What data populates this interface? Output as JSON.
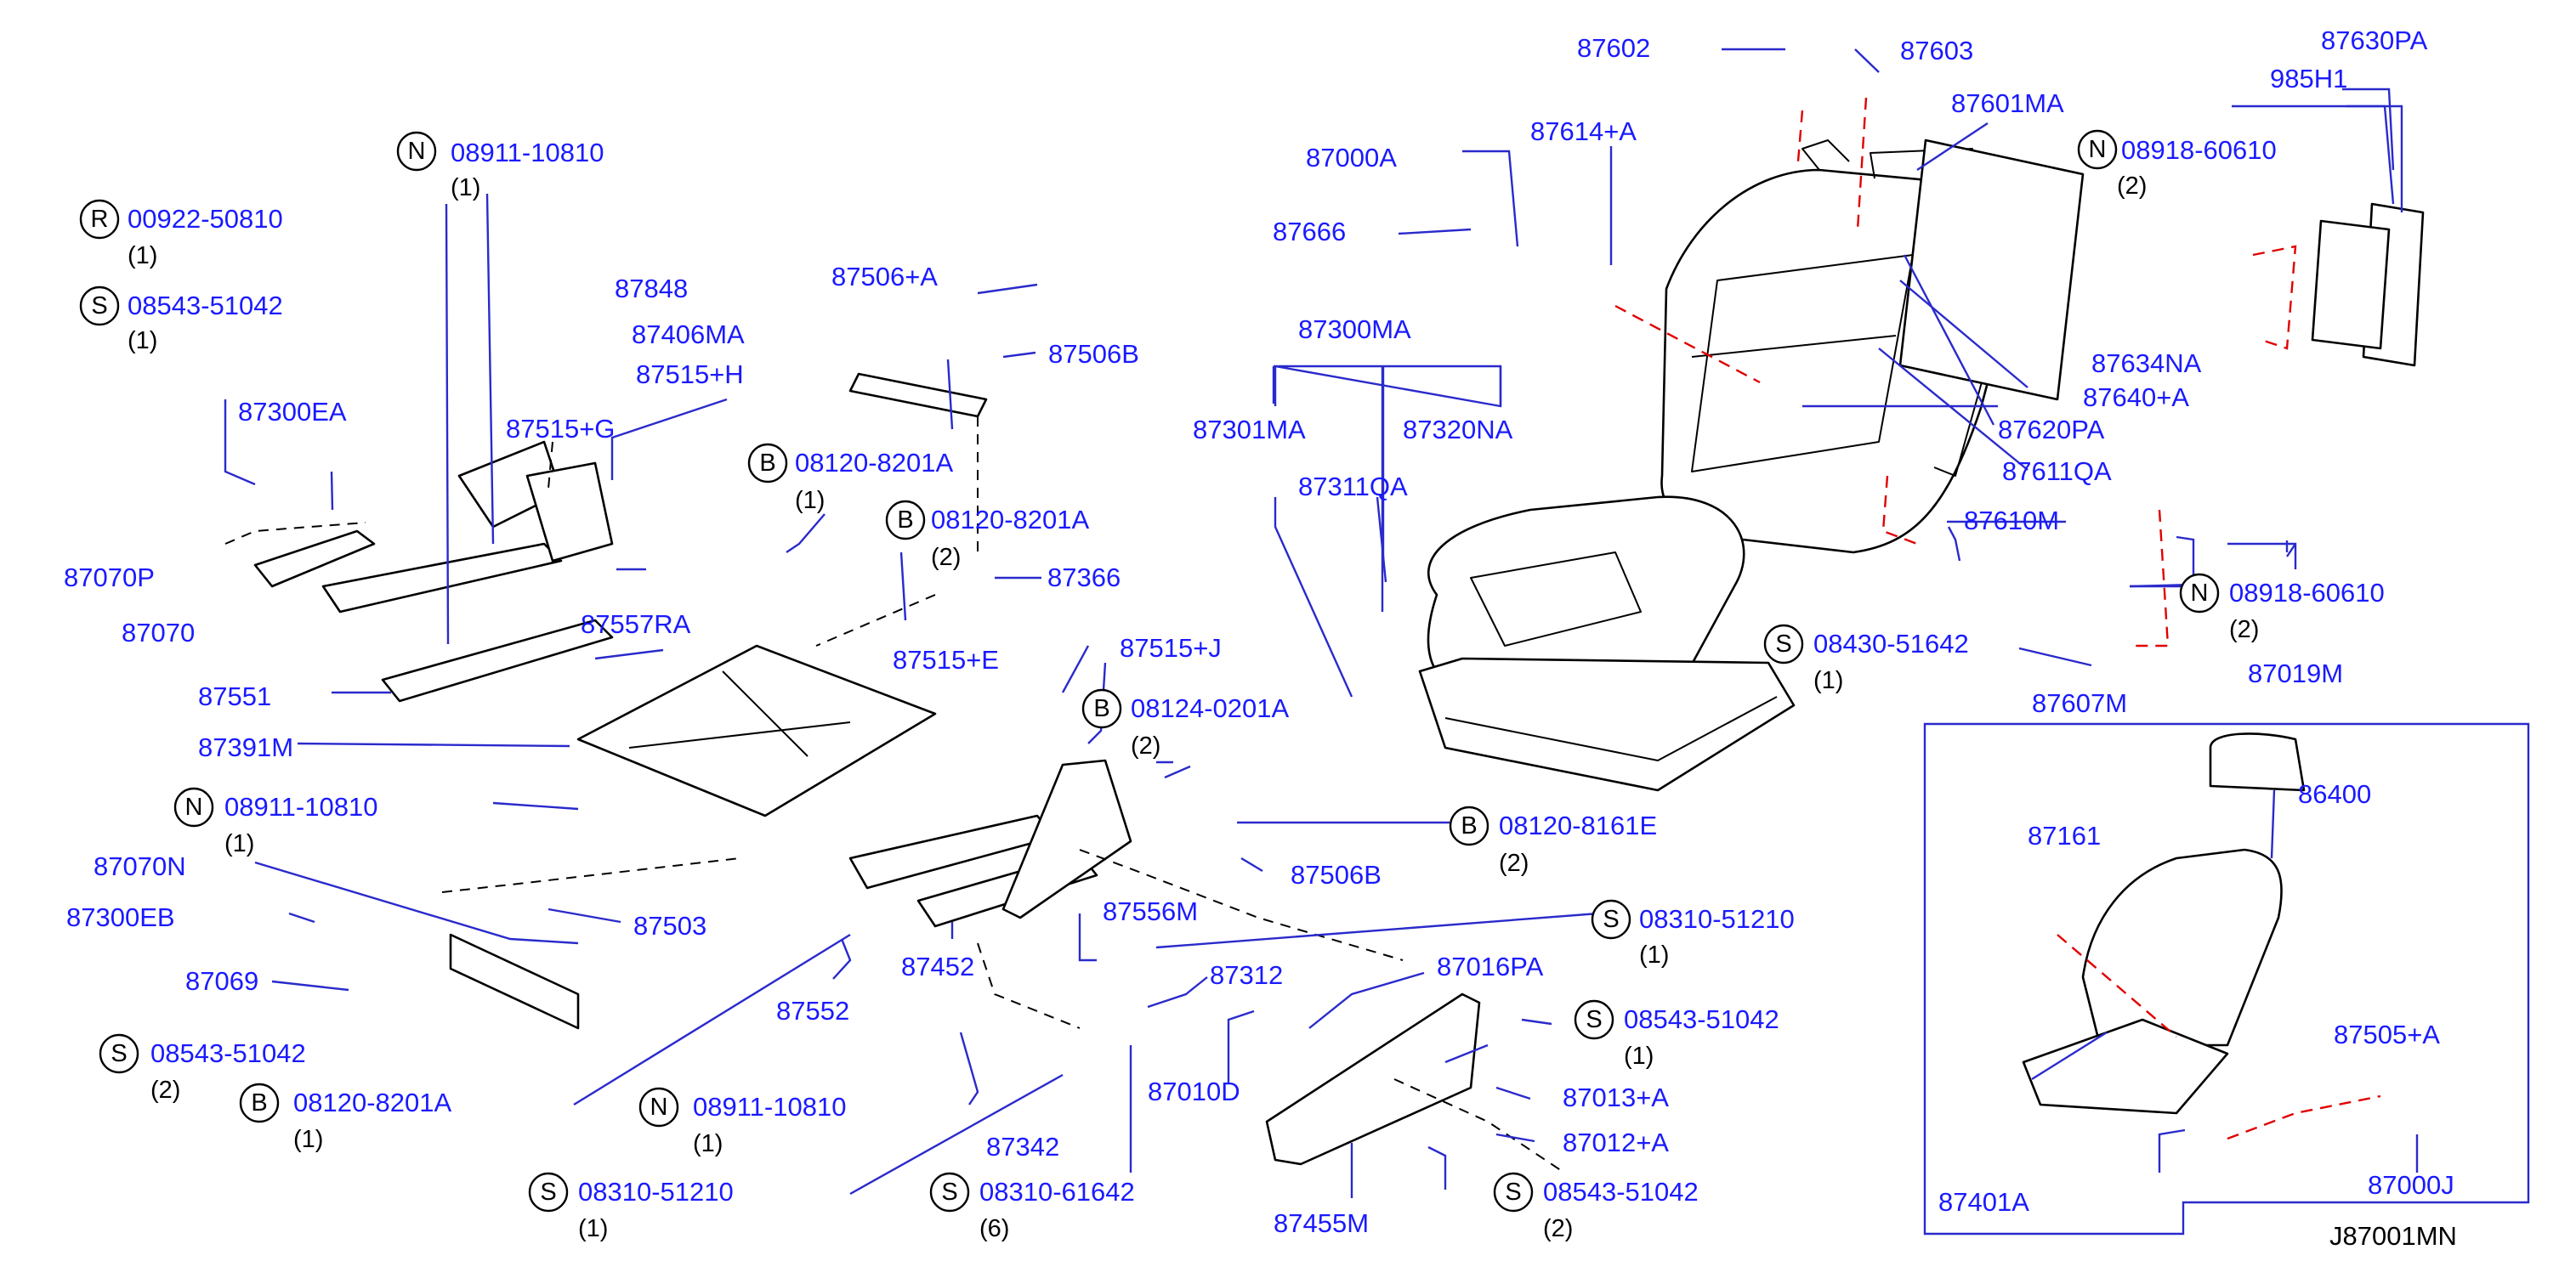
{
  "labels": {
    "l_87602": "87602",
    "l_87603": "87603",
    "l_87630PA": "87630PA",
    "l_985H1": "985H1",
    "l_87601MA": "87601MA",
    "l_87614A": "87614+A",
    "l_87000A": "87000A",
    "l_08918_top": "08918-60610",
    "l_08911_a": "08911-10810",
    "l_87666": "87666",
    "l_00922": "00922-50810",
    "l_87848": "87848",
    "l_87406MA": "87406MA",
    "l_08543_a": "08543-51042",
    "l_87506A": "87506+A",
    "l_87506B_t": "87506B",
    "l_87515H": "87515+H",
    "l_87300MA": "87300MA",
    "l_87634NA": "87634NA",
    "l_87640A": "87640+A",
    "l_87300EA": "87300EA",
    "l_87515G": "87515+G",
    "l_08120_a": "08120-8201A",
    "l_87301MA": "87301MA",
    "l_87320NA": "87320NA",
    "l_87620PA": "87620PA",
    "l_87311QA": "87311QA",
    "l_87611QA": "87611QA",
    "l_08120_b": "08120-8201A",
    "l_87610M": "87610M",
    "l_87070P": "87070P",
    "l_87366": "87366",
    "l_08918_b": "08918-60610",
    "l_87557RA": "87557RA",
    "l_87070": "87070",
    "l_87515J": "87515+J",
    "l_08430": "08430-51642",
    "l_87515E": "87515+E",
    "l_87019M": "87019M",
    "l_87551": "87551",
    "l_08124": "08124-0201A",
    "l_87607M": "87607M",
    "l_87391M": "87391M",
    "l_08911_b": "08911-10810",
    "l_86400": "86400",
    "l_08120_8161E": "08120-8161E",
    "l_87070N": "87070N",
    "l_87506B_b": "87506B",
    "l_87161": "87161",
    "l_87556M": "87556M",
    "l_08310_a": "08310-51210",
    "l_87300EB": "87300EB",
    "l_87503": "87503",
    "l_87452": "87452",
    "l_87312": "87312",
    "l_87016PA": "87016PA",
    "l_87069": "87069",
    "l_87552": "87552",
    "l_08543_b": "08543-51042",
    "l_08543_c": "08543-51042",
    "l_87505A": "87505+A",
    "l_08120_c": "08120-8201A",
    "l_08911_c": "08911-10810",
    "l_87010D": "87010D",
    "l_87013A": "87013+A",
    "l_87342": "87342",
    "l_87012A": "87012+A",
    "l_87401A": "87401A",
    "l_87000J": "87000J",
    "l_08310_b": "08310-51210",
    "l_08310_61642": "08310-61642",
    "l_08543_d": "08543-51042",
    "l_87455M": "87455M"
  },
  "quantities": {
    "q_08918_top": "(2)",
    "q_08911_a": "(1)",
    "q_00922": "(1)",
    "q_08543_a": "(1)",
    "q_08120_a": "(1)",
    "q_08120_b": "(2)",
    "q_08918_b": "(2)",
    "q_08430": "(1)",
    "q_08124": "(2)",
    "q_08911_b": "(1)",
    "q_08120_8161E": "(2)",
    "q_08310_a": "(1)",
    "q_08543_b": "(2)",
    "q_08543_c": "(1)",
    "q_08120_c": "(1)",
    "q_08911_c": "(1)",
    "q_08310_b": "(1)",
    "q_08310_61642": "(6)",
    "q_08543_d": "(2)"
  },
  "prefixes": {
    "p_08918_top": "N",
    "p_08911_a": "N",
    "p_00922": "R",
    "p_08543_a": "S",
    "p_08120_a": "B",
    "p_08120_b": "B",
    "p_08918_b": "N",
    "p_08430": "S",
    "p_08124": "B",
    "p_08911_b": "N",
    "p_08120_8161E": "B",
    "p_08310_a": "S",
    "p_08543_b": "S",
    "p_08543_c": "S",
    "p_08120_c": "B",
    "p_08911_c": "N",
    "p_08310_b": "S",
    "p_08310_61642": "S",
    "p_08543_d": "S"
  },
  "footer": {
    "diagram_code": "J87001MN"
  },
  "colors": {
    "part_number": "#1a1aff",
    "leader": "#2a2acc",
    "red_dash": "#e00000"
  }
}
